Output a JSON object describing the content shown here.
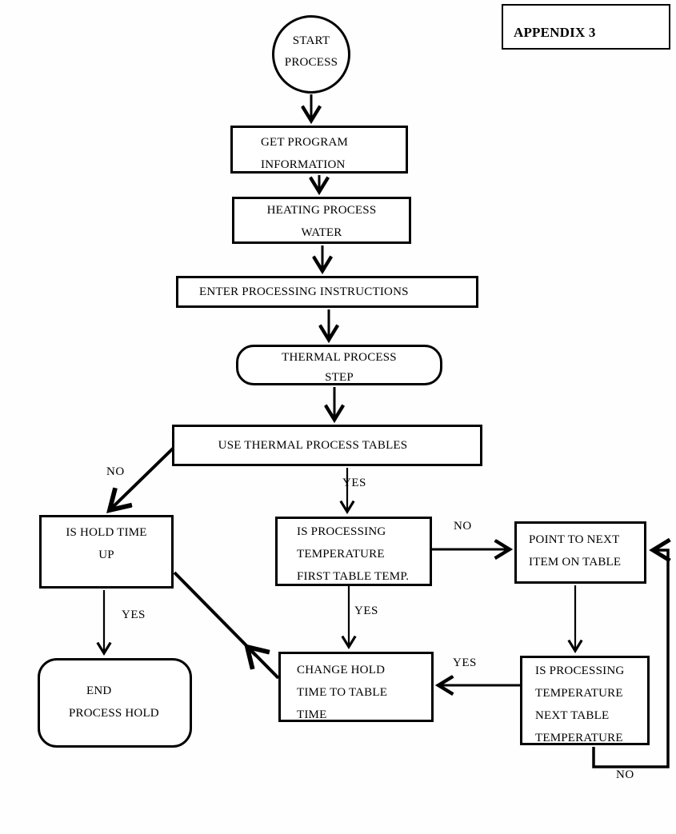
{
  "header": {
    "appendix_label": "APPENDIX 3"
  },
  "nodes": {
    "start": {
      "shape": "circle",
      "lines": [
        "START",
        "PROCESS"
      ]
    },
    "get_program": {
      "shape": "rect",
      "lines": [
        "GET PROGRAM",
        "INFORMATION"
      ]
    },
    "heating": {
      "shape": "rect",
      "lines": [
        "HEATING PROCESS",
        "WATER"
      ]
    },
    "enter_instructions": {
      "shape": "rect",
      "lines": [
        "ENTER PROCESSING INSTRUCTIONS"
      ]
    },
    "thermal_step": {
      "shape": "rounded-rect",
      "lines": [
        "THERMAL PROCESS",
        "STEP"
      ]
    },
    "use_tables": {
      "shape": "rect",
      "lines": [
        "USE THERMAL PROCESS TABLES"
      ]
    },
    "is_hold_time": {
      "shape": "rect",
      "lines": [
        "IS HOLD TIME",
        "UP"
      ]
    },
    "is_temp_first": {
      "shape": "rect",
      "lines": [
        "IS PROCESSING",
        "TEMPERATURE",
        "FIRST TABLE TEMP."
      ]
    },
    "point_next": {
      "shape": "rect",
      "lines": [
        "POINT TO NEXT",
        "ITEM ON TABLE"
      ]
    },
    "change_hold": {
      "shape": "rect",
      "lines": [
        "CHANGE HOLD",
        "TIME TO TABLE",
        "TIME"
      ]
    },
    "is_temp_next": {
      "shape": "rect",
      "lines": [
        "IS PROCESSING",
        "TEMPERATURE",
        "NEXT TABLE",
        "TEMPERATURE"
      ]
    },
    "end_hold": {
      "shape": "rounded-rect",
      "lines": [
        "END",
        "PROCESS HOLD"
      ]
    }
  },
  "edge_labels": {
    "no_use_tables": "NO",
    "yes_use_tables": "YES",
    "no_first_temp": "NO",
    "yes_hold_time": "YES",
    "yes_first_temp": "YES",
    "yes_next_temp": "YES",
    "no_next_temp": "NO"
  },
  "colors": {
    "ink": "#000000",
    "paper": "#ffffff"
  }
}
